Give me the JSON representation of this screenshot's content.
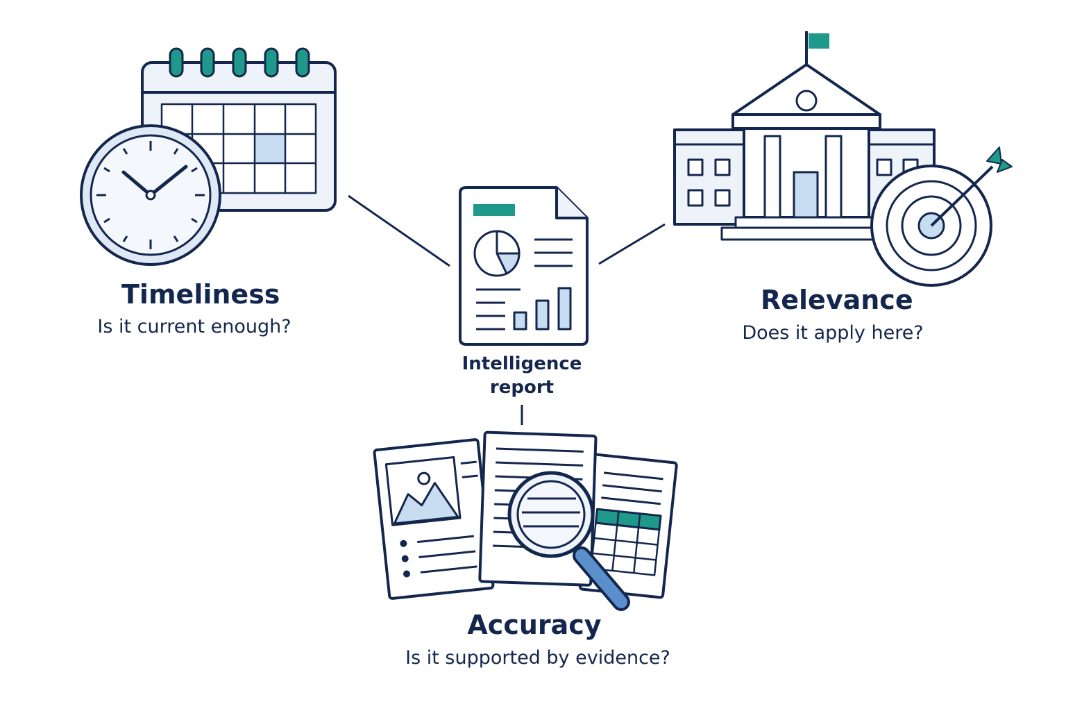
{
  "center": {
    "line1": "Intelligence",
    "line2": "report"
  },
  "timeliness": {
    "title": "Timeliness",
    "question": "Is it current enough?"
  },
  "relevance": {
    "title": "Relevance",
    "question": "Does it apply here?"
  },
  "accuracy": {
    "title": "Accuracy",
    "question": "Is it supported by evidence?"
  },
  "colors": {
    "navy": "#13264d",
    "teal": "#1f9a8a",
    "light": "#eef3fa",
    "blue": "#c8dcf2",
    "mid": "#5b8fcb"
  }
}
